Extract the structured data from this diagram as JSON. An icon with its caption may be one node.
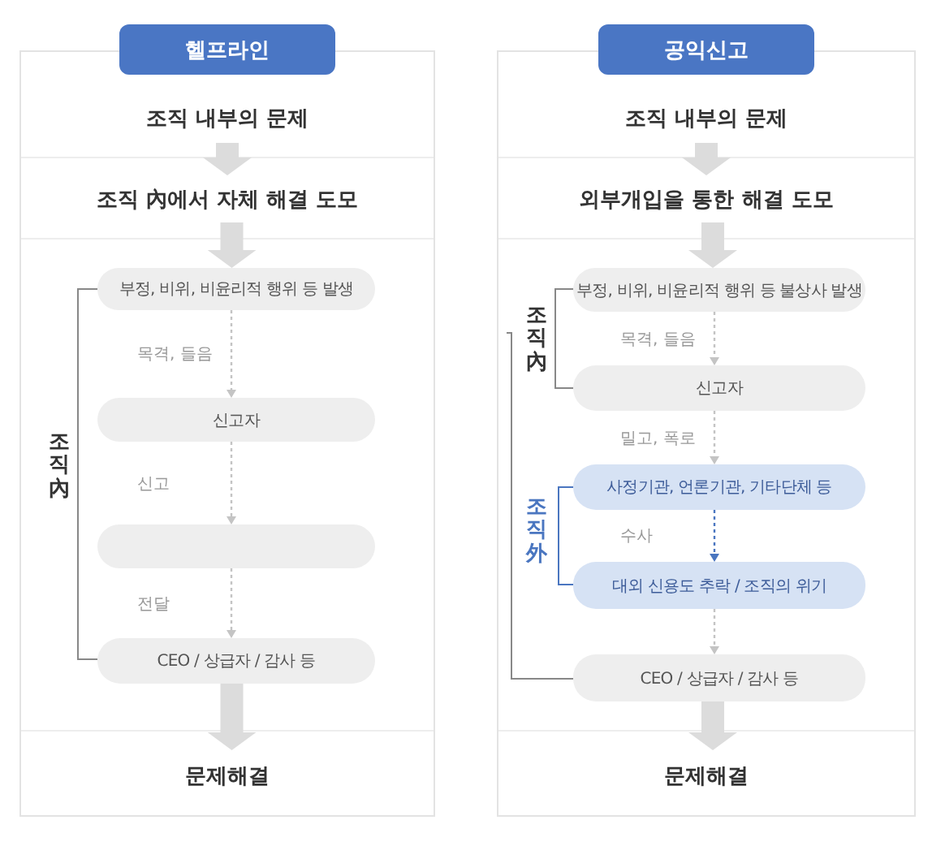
{
  "diagram": {
    "nodes": [
      {
        "text": [
          "헬프라인"
        ]
      },
      {
        "text": [
          "조직 내부의 문제"
        ],
        "in": 0
      },
      {
        "text": [
          "조직 內에서 자체 해결 도모"
        ],
        "in": 0
      },
      {
        "text": [
          "부정, 비위, 비윤리적 행위 등 발생"
        ],
        "in": 0
      },
      {
        "text": [
          "신고자"
        ],
        "in": 0
      },
      {
        "text": [],
        "shape": "box",
        "in": 0
      },
      {
        "text": [
          "CEO / 상급자 / 감사 등"
        ],
        "in": 0
      },
      {
        "text": [
          "문제해결"
        ],
        "in": 0
      },
      {
        "text": [
          "공익신고"
        ]
      },
      {
        "text": [
          "조직 내부의 문제"
        ],
        "in": 8
      },
      {
        "text": [
          "외부개입을 통한 해결 도모"
        ],
        "in": 8
      },
      {
        "text": [
          "부정, 비위, 비윤리적 행위 등 불상사 발생"
        ],
        "in": 8
      },
      {
        "text": [
          "신고자"
        ],
        "in": 8
      },
      {
        "text": [
          "사정기관, 언론기관, 기타단체 등"
        ],
        "in": 8
      },
      {
        "text": [
          "대외 신용도 추락 / 조직의 위기"
        ],
        "in": 8
      },
      {
        "text": [
          "CEO / 상급자 / 감사 등"
        ],
        "in": 8
      },
      {
        "text": [
          "문제해결"
        ],
        "in": 8
      }
    ],
    "edges": [
      {
        "from": 1,
        "to": 2,
        "arrow": "to",
        "style": "thick"
      },
      {
        "from": 2,
        "to": 3,
        "arrow": "to",
        "style": "thick"
      },
      {
        "from": 3,
        "to": 4,
        "arrow": "to",
        "style": "dashed",
        "label": "목격, 들음"
      },
      {
        "from": 4,
        "to": 5,
        "arrow": "to",
        "style": "dashed",
        "label": "신고"
      },
      {
        "from": 5,
        "to": 6,
        "arrow": "to",
        "style": "dashed",
        "label": "전달"
      },
      {
        "from": 6,
        "to": 7,
        "arrow": "to",
        "style": "thick"
      },
      {
        "from": 9,
        "to": 10,
        "arrow": "to",
        "style": "thick"
      },
      {
        "from": 10,
        "to": 11,
        "arrow": "to",
        "style": "thick"
      },
      {
        "from": 11,
        "to": 12,
        "arrow": "to",
        "style": "dashed",
        "label": "목격, 들음"
      },
      {
        "from": 12,
        "to": 13,
        "arrow": "to",
        "style": "dashed",
        "label": "밀고, 폭로"
      },
      {
        "from": 13,
        "to": 14,
        "arrow": "to",
        "style": "dashed",
        "color": "#4a76c0",
        "label": "수사"
      },
      {
        "from": 14,
        "to": 15,
        "arrow": "to",
        "style": "dashed"
      },
      {
        "from": 15,
        "to": 16,
        "arrow": "to",
        "style": "thick"
      }
    ],
    "labels": [
      "조직 內",
      "조직 內",
      "조직 外"
    ]
  }
}
